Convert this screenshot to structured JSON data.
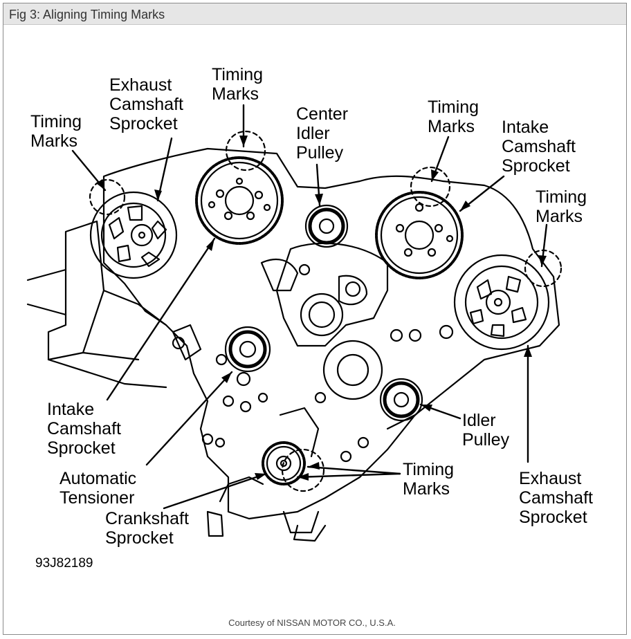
{
  "window": {
    "title": "Fig 3: Aligning Timing Marks"
  },
  "labels": {
    "timing_marks_left": [
      "Timing",
      "Marks"
    ],
    "exhaust_camshaft_top": [
      "Exhaust",
      "Camshaft",
      "Sprocket"
    ],
    "timing_marks_top": [
      "Timing",
      "Marks"
    ],
    "center_idler_pulley": [
      "Center",
      "Idler",
      "Pulley"
    ],
    "timing_marks_top_right": [
      "Timing",
      "Marks"
    ],
    "intake_camshaft_top_right": [
      "Intake",
      "Camshaft",
      "Sprocket"
    ],
    "timing_marks_right": [
      "Timing",
      "Marks"
    ],
    "intake_camshaft_left": [
      "Intake",
      "Camshaft",
      "Sprocket"
    ],
    "automatic_tensioner": [
      "Automatic",
      "Tensioner"
    ],
    "crankshaft_sprocket": [
      "Crankshaft",
      "Sprocket"
    ],
    "timing_marks_bottom": [
      "Timing",
      "Marks"
    ],
    "idler_pulley": [
      "Idler",
      "Pulley"
    ],
    "exhaust_camshaft_bottom_right": [
      "Exhaust",
      "Camshaft",
      "Sprocket"
    ]
  },
  "figure_number": "93J82189",
  "credit": "Courtesy of NISSAN MOTOR CO., U.S.A."
}
